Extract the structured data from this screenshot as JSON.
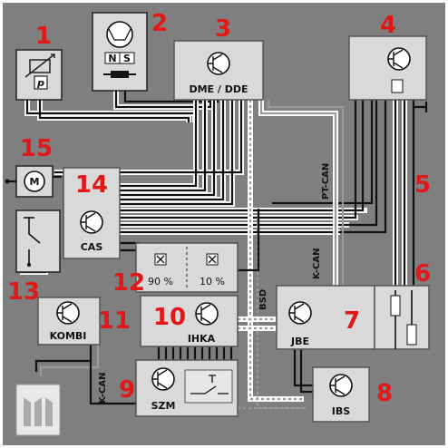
{
  "components": [
    {
      "number": "1"
    },
    {
      "number": "2",
      "labels": [
        "N",
        "S"
      ]
    },
    {
      "number": "3",
      "label": "DME / DDE"
    },
    {
      "number": "4"
    },
    {
      "number": "5"
    },
    {
      "number": "6"
    },
    {
      "number": "7",
      "label": "JBE"
    },
    {
      "number": "8",
      "label": "IBS"
    },
    {
      "number": "9",
      "label": "SZM"
    },
    {
      "number": "10",
      "label": "IHKA"
    },
    {
      "number": "11",
      "label": "KOMBI"
    },
    {
      "number": "12",
      "labels": [
        "90 %",
        "10 %"
      ]
    },
    {
      "number": "13"
    },
    {
      "number": "14",
      "label": "CAS"
    },
    {
      "number": "15"
    }
  ],
  "sensor_symbol": "p",
  "buses": [
    "PT-CAN",
    "K-CAN",
    "BSD",
    "K-CAN"
  ],
  "colors": {
    "number": "#e01818",
    "box": "#d9d9d9",
    "background": "#ffffff",
    "frame": "#7f7f7f"
  }
}
